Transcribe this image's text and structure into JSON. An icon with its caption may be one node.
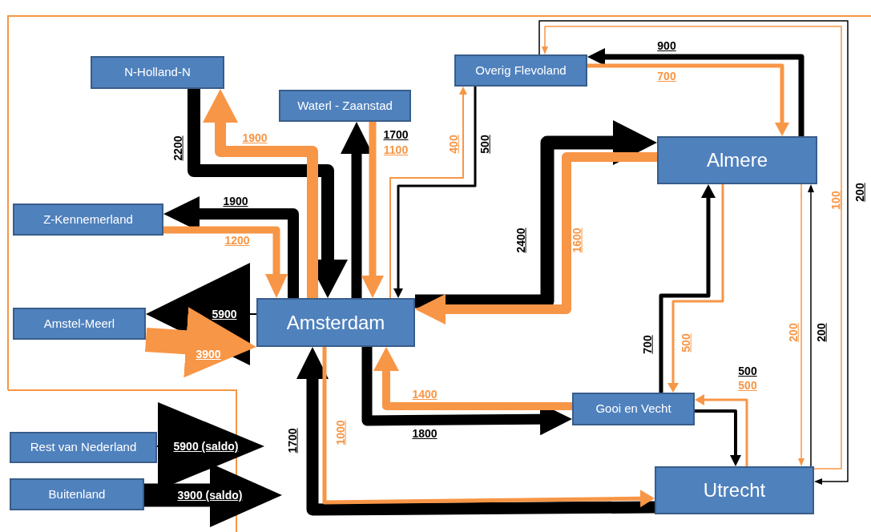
{
  "diagram": {
    "nodes": [
      {
        "text": [
          "N-Holland-N"
        ]
      },
      {
        "text": [
          "Waterl - Zaanstad"
        ]
      },
      {
        "text": [
          "Overig Flevoland"
        ]
      },
      {
        "text": [
          "Z-Kennemerland"
        ]
      },
      {
        "text": [
          "Almere"
        ]
      },
      {
        "text": [
          "Amstel-Meerl"
        ]
      },
      {
        "text": [
          "Amsterdam"
        ]
      },
      {
        "text": [
          "Gooi en Vecht"
        ]
      },
      {
        "text": [
          "Rest van Nederland"
        ]
      },
      {
        "text": [
          "Buitenland"
        ]
      },
      {
        "text": [
          "Utrecht"
        ]
      }
    ],
    "edges": [
      {
        "from": 0,
        "to": 6,
        "arrow": "to",
        "label": "2200",
        "style": "thick"
      },
      {
        "from": 6,
        "to": 0,
        "arrow": "to",
        "label": "1900",
        "color": "#f79646",
        "style": "thick"
      },
      {
        "from": 6,
        "to": 1,
        "arrow": "to",
        "label": "1700",
        "style": "thick"
      },
      {
        "from": 1,
        "to": 6,
        "arrow": "to",
        "label": "1100",
        "color": "#f79646",
        "style": "thick"
      },
      {
        "from": 6,
        "to": 3,
        "arrow": "to",
        "label": "1900",
        "style": "thick"
      },
      {
        "from": 3,
        "to": 6,
        "arrow": "to",
        "label": "1200",
        "color": "#f79646",
        "style": "thick"
      },
      {
        "from": 6,
        "to": 2,
        "arrow": "to",
        "label": "400",
        "color": "#f79646"
      },
      {
        "from": 2,
        "to": 6,
        "arrow": "to",
        "label": "500"
      },
      {
        "from": 6,
        "to": 4,
        "arrow": "to",
        "label": "2400",
        "style": "thick"
      },
      {
        "from": 4,
        "to": 6,
        "arrow": "to",
        "label": "1600",
        "color": "#f79646",
        "style": "thick"
      },
      {
        "from": 4,
        "to": 2,
        "arrow": "to",
        "label": "900"
      },
      {
        "from": 2,
        "to": 4,
        "arrow": "to",
        "label": "700",
        "color": "#f79646"
      },
      {
        "from": 2,
        "to": 10,
        "arrow": "to",
        "label": "200"
      },
      {
        "from": 10,
        "to": 2,
        "arrow": "to",
        "label": "100",
        "color": "#f79646"
      },
      {
        "from": 10,
        "to": 4,
        "arrow": "to",
        "label": "200"
      },
      {
        "from": 4,
        "to": 10,
        "arrow": "to",
        "label": "200",
        "color": "#f79646"
      },
      {
        "from": 7,
        "to": 4,
        "arrow": "to",
        "label": "700"
      },
      {
        "from": 4,
        "to": 7,
        "arrow": "to",
        "label": "500",
        "color": "#f79646"
      },
      {
        "from": 7,
        "to": 10,
        "arrow": "to",
        "label": "500"
      },
      {
        "from": 10,
        "to": 7,
        "arrow": "to",
        "label": "500",
        "color": "#f79646"
      },
      {
        "from": 6,
        "to": 7,
        "arrow": "to",
        "label": "1800",
        "style": "thick"
      },
      {
        "from": 7,
        "to": 6,
        "arrow": "to",
        "label": "1400",
        "color": "#f79646",
        "style": "thick"
      },
      {
        "from": 10,
        "to": 6,
        "arrow": "to",
        "label": "1700",
        "style": "thick"
      },
      {
        "from": 6,
        "to": 10,
        "arrow": "to",
        "label": "1000",
        "color": "#f79646"
      },
      {
        "from": 6,
        "to": 5,
        "arrow": "to",
        "label": "5900"
      },
      {
        "from": 5,
        "to": 6,
        "arrow": "to",
        "label": "3900",
        "color": "#f79646",
        "style": "thick"
      },
      {
        "from": 8,
        "to": null,
        "arrow": "to",
        "label": "5900 (saldo)"
      },
      {
        "from": 9,
        "to": null,
        "arrow": "to",
        "label": "3900 (saldo)",
        "style": "thick"
      }
    ]
  }
}
